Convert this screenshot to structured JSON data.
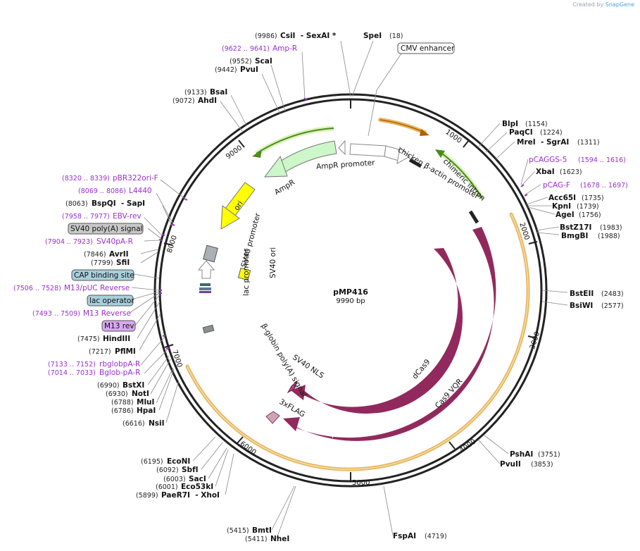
{
  "credit": {
    "prefix": "Created by",
    "brand": "SnapGene"
  },
  "center": {
    "name": "pMP416",
    "size": "9990 bp"
  },
  "ticks": [
    "1000",
    "2000",
    "3000",
    "4000",
    "5000",
    "6000",
    "7000",
    "8000",
    "9000"
  ],
  "sites": [
    {
      "id": "csi-sexai",
      "num": "(9986)",
      "label": "CsiI  - SexAI *"
    },
    {
      "id": "spei",
      "num": "(18)",
      "label": "SpeI"
    },
    {
      "id": "scai",
      "num": "(9552)",
      "label": "ScaI"
    },
    {
      "id": "pvui",
      "num": "(9442)",
      "label": "PvuI"
    },
    {
      "id": "bsai",
      "num": "(9133)",
      "label": "BsaI"
    },
    {
      "id": "ahdi",
      "num": "(9072)",
      "label": "AhdI"
    },
    {
      "id": "bspqi-sapi",
      "num": "(8063)",
      "label": "BspQI  - SapI"
    },
    {
      "id": "avrii",
      "num": "(7846)",
      "label": "AvrII"
    },
    {
      "id": "sfii",
      "num": "(7799)",
      "label": "SfiI"
    },
    {
      "id": "hindiii",
      "num": "(7475)",
      "label": "HindIII"
    },
    {
      "id": "pflmi",
      "num": "(7217)",
      "label": "PflMI"
    },
    {
      "id": "bstxi",
      "num": "(6990)",
      "label": "BstXI"
    },
    {
      "id": "noti",
      "num": "(6930)",
      "label": "NotI"
    },
    {
      "id": "mlui",
      "num": "(6788)",
      "label": "MluI"
    },
    {
      "id": "hpai",
      "num": "(6786)",
      "label": "HpaI"
    },
    {
      "id": "nsii",
      "num": "(6616)",
      "label": "NsiI"
    },
    {
      "id": "econi",
      "num": "(6195)",
      "label": "EcoNI"
    },
    {
      "id": "sbfi",
      "num": "(6092)",
      "label": "SbfI"
    },
    {
      "id": "saci",
      "num": "(6003)",
      "label": "SacI"
    },
    {
      "id": "eco53ki",
      "num": "(6001)",
      "label": "Eco53kI"
    },
    {
      "id": "paer7i-xhoi",
      "num": "(5899)",
      "label": "PaeR7I  - XhoI"
    },
    {
      "id": "bmti",
      "num": "(5415)",
      "label": "BmtI"
    },
    {
      "id": "nhei",
      "num": "(5411)",
      "label": "NheI"
    },
    {
      "id": "fspai",
      "num": "(4719)",
      "label": "FspAI"
    },
    {
      "id": "pshai",
      "num": "(3751)",
      "label": "PshAI"
    },
    {
      "id": "pvuii",
      "num": "(3853)",
      "label": "PvuII"
    },
    {
      "id": "bsteii",
      "num": "(2483)",
      "label": "BstEII"
    },
    {
      "id": "bsiwi",
      "num": "(2577)",
      "label": "BsiWI"
    },
    {
      "id": "bstz17i",
      "num": "(1983)",
      "label": "BstZ17I"
    },
    {
      "id": "bmgbi",
      "num": "(1988)",
      "label": "BmgBI"
    },
    {
      "id": "acc65i",
      "num": "(1735)",
      "label": "Acc65I"
    },
    {
      "id": "kpni",
      "num": "(1739)",
      "label": "KpnI"
    },
    {
      "id": "agei",
      "num": "(1756)",
      "label": "AgeI"
    },
    {
      "id": "xbai",
      "num": "(1623)",
      "label": "XbaI"
    },
    {
      "id": "blpi",
      "num": "(1154)",
      "label": "BlpI"
    },
    {
      "id": "paqci",
      "num": "(1224)",
      "label": "PaqCI"
    },
    {
      "id": "mrei-sgrai",
      "num": "(1311)",
      "label": "MreI  - SgrAI"
    }
  ],
  "primers": [
    {
      "id": "amp-r",
      "num": "(9622 .. 9641)",
      "label": "Amp-R"
    },
    {
      "id": "pbr322ori-f",
      "num": "(8320 .. 8339)",
      "label": "pBR322ori-F"
    },
    {
      "id": "l4440",
      "num": "(8069 .. 8086)",
      "label": "L4440"
    },
    {
      "id": "ebv-rev",
      "num": "(7958 .. 7977)",
      "label": "EBV-rev"
    },
    {
      "id": "sv40pa-r",
      "num": "(7904 .. 7923)",
      "label": "SV40pA-R"
    },
    {
      "id": "m13-puc-reverse",
      "num": "(7506 .. 7528)",
      "label": "M13/pUC Reverse"
    },
    {
      "id": "m13-reverse",
      "num": "(7493 .. 7509)",
      "label": "M13 Reverse"
    },
    {
      "id": "rbglobpa-r",
      "num": "(7133 .. 7152)",
      "label": "rbglobpA-R"
    },
    {
      "id": "bglob-pa-r",
      "num": "(7014 .. 7033)",
      "label": "Bglob-pA-R"
    },
    {
      "id": "pcaggs-5",
      "num": "(1594 .. 1616)",
      "label": "pCAGGS-5"
    },
    {
      "id": "pcag-f",
      "num": "(1678 .. 1697)",
      "label": "pCAG-F"
    }
  ],
  "boxed_features": {
    "cmv_enhancer": "CMV enhancer",
    "sv40_polya": "SV40 poly(A) signal",
    "cap_binding_site": "CAP binding site",
    "lac_operator": "lac operator",
    "m13_rev": "M13 rev"
  },
  "features": {
    "ampr_promoter": "AmpR promoter",
    "chicken_actin_promoter": "chicken β-actin promoter",
    "chimeric_intron": "chimeric intron",
    "ampr": "AmpR",
    "ori": "ori",
    "sv40_promoter": "SV40 promoter",
    "sv40_ori": "SV40 ori",
    "lac_promoter": "lac promoter",
    "beta_globin_polya": "β-globin poly(A) signal",
    "sv40_nls": "SV40 NLS",
    "dcas9": "dCas9",
    "cas9_vqr": "Cas9 VQR",
    "flag3x": "3xFLAG"
  },
  "colors": {
    "cds_magenta": "#92295d",
    "ampr_green": "#ccf7c8",
    "ori_yellow": "#ffff00",
    "primer_purple": "#9a2fd0",
    "orange_arc": "#e8b560",
    "green_arc": "#4e8a1f",
    "boxed_blue": "#a8cfdc",
    "boxed_grey": "#c8c8c8",
    "boxed_violet": "#d8a8f0"
  }
}
